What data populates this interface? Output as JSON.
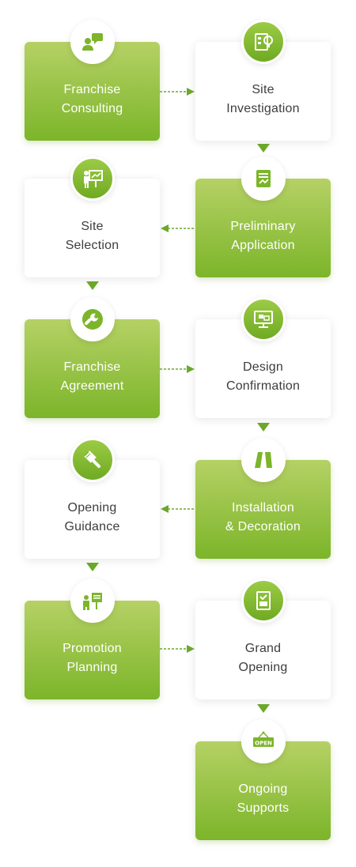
{
  "steps": [
    {
      "label": "Franchise\nConsulting",
      "icon": "consulting-icon"
    },
    {
      "label": "Site\nInvestigation",
      "icon": "site-investigation-icon"
    },
    {
      "label": "Preliminary\nApplication",
      "icon": "application-icon"
    },
    {
      "label": "Site\nSelection",
      "icon": "presentation-icon"
    },
    {
      "label": "Franchise\nAgreement",
      "icon": "wrench-icon"
    },
    {
      "label": "Design\nConfirmation",
      "icon": "monitor-design-icon"
    },
    {
      "label": "Installation\n& Decoration",
      "icon": "panels-icon"
    },
    {
      "label": "Opening\nGuidance",
      "icon": "brush-icon"
    },
    {
      "label": "Promotion\nPlanning",
      "icon": "promotion-board-icon"
    },
    {
      "label": "Grand\nOpening",
      "icon": "checklist-icon"
    },
    {
      "label": "Ongoing\nSupports",
      "icon": "open-sign-icon"
    }
  ],
  "open_sign_text": "OPEN",
  "colors": {
    "green_top": "#b5d165",
    "green_bottom": "#7cb52a",
    "icon_green": "#7cb52a",
    "arrow": "#6ba82a",
    "text_dark": "#3d3d3d"
  }
}
